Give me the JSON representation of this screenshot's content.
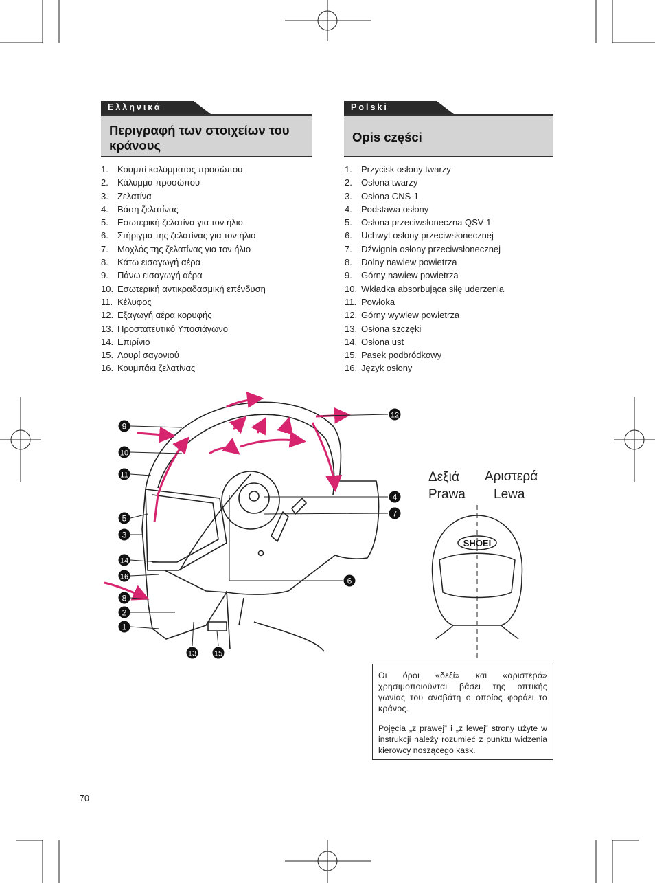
{
  "sections": {
    "greek": {
      "tab_label": "Ελληνικά",
      "heading_line1": "Περιγραφή των στοιχείων του",
      "heading_line2": "κράνους",
      "items": [
        "Κουμπί καλύμματος προσώπου",
        "Κάλυμμα προσώπου",
        "Ζελατίνα",
        "Βάση ζελατίνας",
        "Εσωτερική ζελατίνα για τον ήλιο",
        "Στήριγμα της ζελατίνας για τον ήλιο",
        "Μοχλός της ζελατίνας για τον ήλιο",
        "Κάτω εισαγωγή αέρα",
        "Πάνω εισαγωγή αέρα",
        "Εσωτερική αντικραδασμική επένδυση",
        "Κέλυφος",
        "Εξαγωγή αέρα κορυφής",
        "Προστατευτικό Υποσιάγωνο",
        "Επιρίνιο",
        "Λουρί σαγονιού",
        "Κουμπάκι ζελατίνας"
      ]
    },
    "polish": {
      "tab_label": "Polski",
      "heading": "Opis części",
      "items": [
        "Przycisk osłony twarzy",
        "Osłona twarzy",
        "Osłona CNS-1",
        "Podstawa osłony",
        "Osłona przeciwsłoneczna QSV-1",
        "Uchwyt osłony przeciwsłonecznej",
        "Dźwignia osłony przeciwsłonecznej",
        "Dolny nawiew powietrza",
        "Górny nawiew powietrza",
        "Wkładka absorbująca siłę uderzenia",
        "Powłoka",
        "Górny wywiew powietrza",
        "Osłona szczęki",
        "Osłona ust",
        "Pasek podbródkowy",
        "Język osłony"
      ]
    }
  },
  "side_labels": {
    "right_greek": "Δεξιά",
    "right_polish": "Prawa",
    "left_greek": "Αριστερά",
    "left_polish": "Lewa"
  },
  "brand_logo": "SHOEI",
  "callouts": {
    "c1": "1",
    "c2": "2",
    "c3": "3",
    "c4": "4",
    "c5": "5",
    "c6": "6",
    "c7": "7",
    "c8": "8",
    "c9": "9",
    "c10": "10",
    "c11": "11",
    "c12": "12",
    "c13": "13",
    "c14": "14",
    "c15": "15",
    "c16": "16"
  },
  "note": {
    "greek": "Οι όροι «δεξί» και «αριστερό» χρησιμοποιούνται βάσει της οπτικής γωνίας του αναβάτη ο οποίος φοράει το κράνος.",
    "polish": "Pojęcia „z prawej” i „z lewej” strony użyte w instrukcji należy rozumieć z punktu widzenia kierowcy noszącego kask."
  },
  "page_number": "70",
  "colors": {
    "accent_magenta": "#d6246e",
    "tab_dark": "#2a2a2a",
    "heading_bg": "#d4d4d4"
  }
}
